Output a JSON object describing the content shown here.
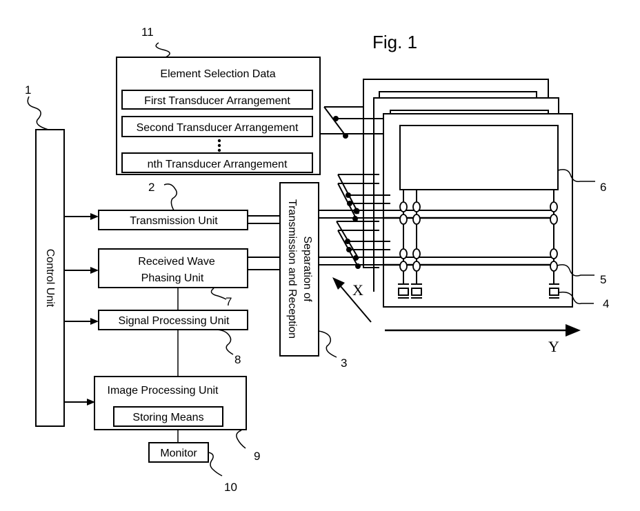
{
  "figure": {
    "title": "Fig. 1"
  },
  "blocks": {
    "control_unit": {
      "label": "Control Unit",
      "ref": "1"
    },
    "transmission_unit": {
      "label": "Transmission Unit",
      "ref": "2"
    },
    "separation": {
      "line1": "Separation of",
      "line2": "Transmission and Reception",
      "ref": "3"
    },
    "received_wave": {
      "line1": "Received Wave",
      "line2": "Phasing Unit",
      "ref": "7"
    },
    "signal_processing": {
      "label": "Signal Processing Unit",
      "ref": "8"
    },
    "image_processing": {
      "label": "Image Processing Unit",
      "storing": "Storing Means",
      "ref": "9"
    },
    "monitor": {
      "label": "Monitor",
      "ref": "10"
    },
    "element_selection": {
      "title": "Element Selection Data",
      "ref": "11",
      "items": [
        "First Transducer Arrangement",
        "Second Transducer Arrangement",
        "nth Transducer Arrangement"
      ]
    }
  },
  "array": {
    "transducer_ref": "4",
    "switch_ref": "5",
    "board_ref": "6",
    "axis_x": "X",
    "axis_y": "Y"
  }
}
